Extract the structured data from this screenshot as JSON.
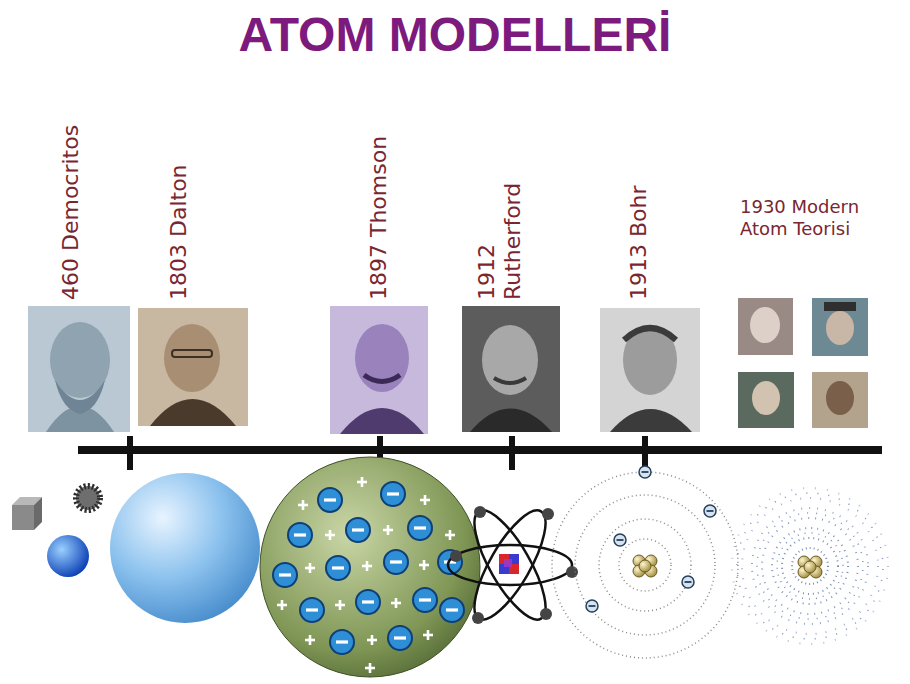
{
  "diagram": {
    "title": "ATOM MODELLERİ",
    "labels": [
      "460 Democritos",
      "1803 Dalton",
      "1897 Thomson",
      "1912 Rutherford",
      "1913 Bohr",
      "1930 Modern Atom Teorisi"
    ]
  }
}
